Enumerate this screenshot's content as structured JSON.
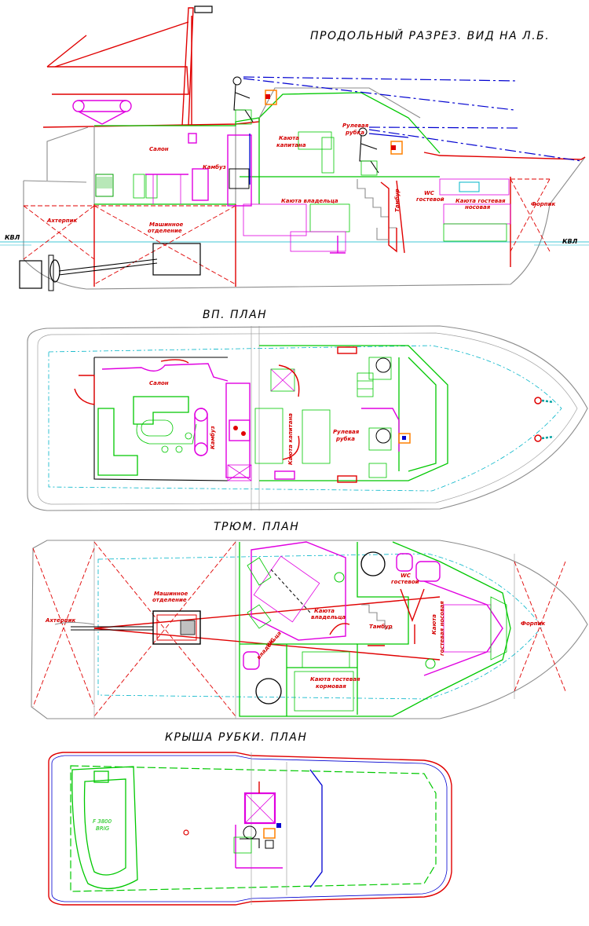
{
  "views": {
    "profile": {
      "title": "ПРОДОЛЬНЫЙ РАЗРЕЗ. ВИД НА Л.Б.",
      "labels": {
        "kvl_left": "КВЛ",
        "kvl_right": "КВЛ",
        "salon": "Салон",
        "kambuz": "Камбуз",
        "kayuta_kapitana_1": "Каюта",
        "kayuta_kapitana_2": "капитана",
        "rulevaya_1": "Рулевая",
        "rulevaya_2": "рубка",
        "kayuta_vladeltsa": "Каюта владельца",
        "tambur": "Тамбур",
        "wc_1": "WC",
        "wc_2": "гостевой",
        "kayuta_gost_1": "Каюта гостевая",
        "kayuta_gost_2": "носовая",
        "forpik": "Форпик",
        "akhterpik": "Ахтерпик",
        "mashinnoe_1": "Машинное",
        "mashinnoe_2": "отделение"
      }
    },
    "upper_deck": {
      "title": "ВП.   ПЛАН",
      "labels": {
        "salon": "Салон",
        "kambuz": "Камбуз",
        "kayuta_kapitana": "Каюта капитана",
        "rulevaya_1": "Рулевая",
        "rulevaya_2": "рубка"
      }
    },
    "hold": {
      "title": "ТРЮМ.  ПЛАН",
      "labels": {
        "akhterpik": "Ахтерпик",
        "mashinnoe_1": "Машинное",
        "mashinnoe_2": "отделение",
        "kayuta_vladeltsa_1": "Каюта",
        "kayuta_vladeltsa_2": "владельца",
        "wc_gost_1": "WC",
        "wc_gost_2": "гостевой",
        "tambur": "Тамбур",
        "kayuta_nos_1": "Каюта",
        "kayuta_nos_2": "гостевая носовая",
        "forpik": "Форпик",
        "wc_vlad_1": "WC",
        "wc_vlad_2": "владельца",
        "kayuta_korm_1": "Каюта гостевая",
        "kayuta_korm_2": "кормовая"
      }
    },
    "roof": {
      "title": "КРЫША РУБКИ.   ПЛАН",
      "labels": {
        "boat_1": "F 3800",
        "boat_2": "BRIG"
      }
    }
  },
  "colors": {
    "hull": "#8c8c8c",
    "interior": "#00c800",
    "furniture": "#e000e0",
    "labels": "#d40000",
    "structure": "#e00000",
    "sightlines": "#0000d0",
    "waterline": "#00b4c8"
  }
}
